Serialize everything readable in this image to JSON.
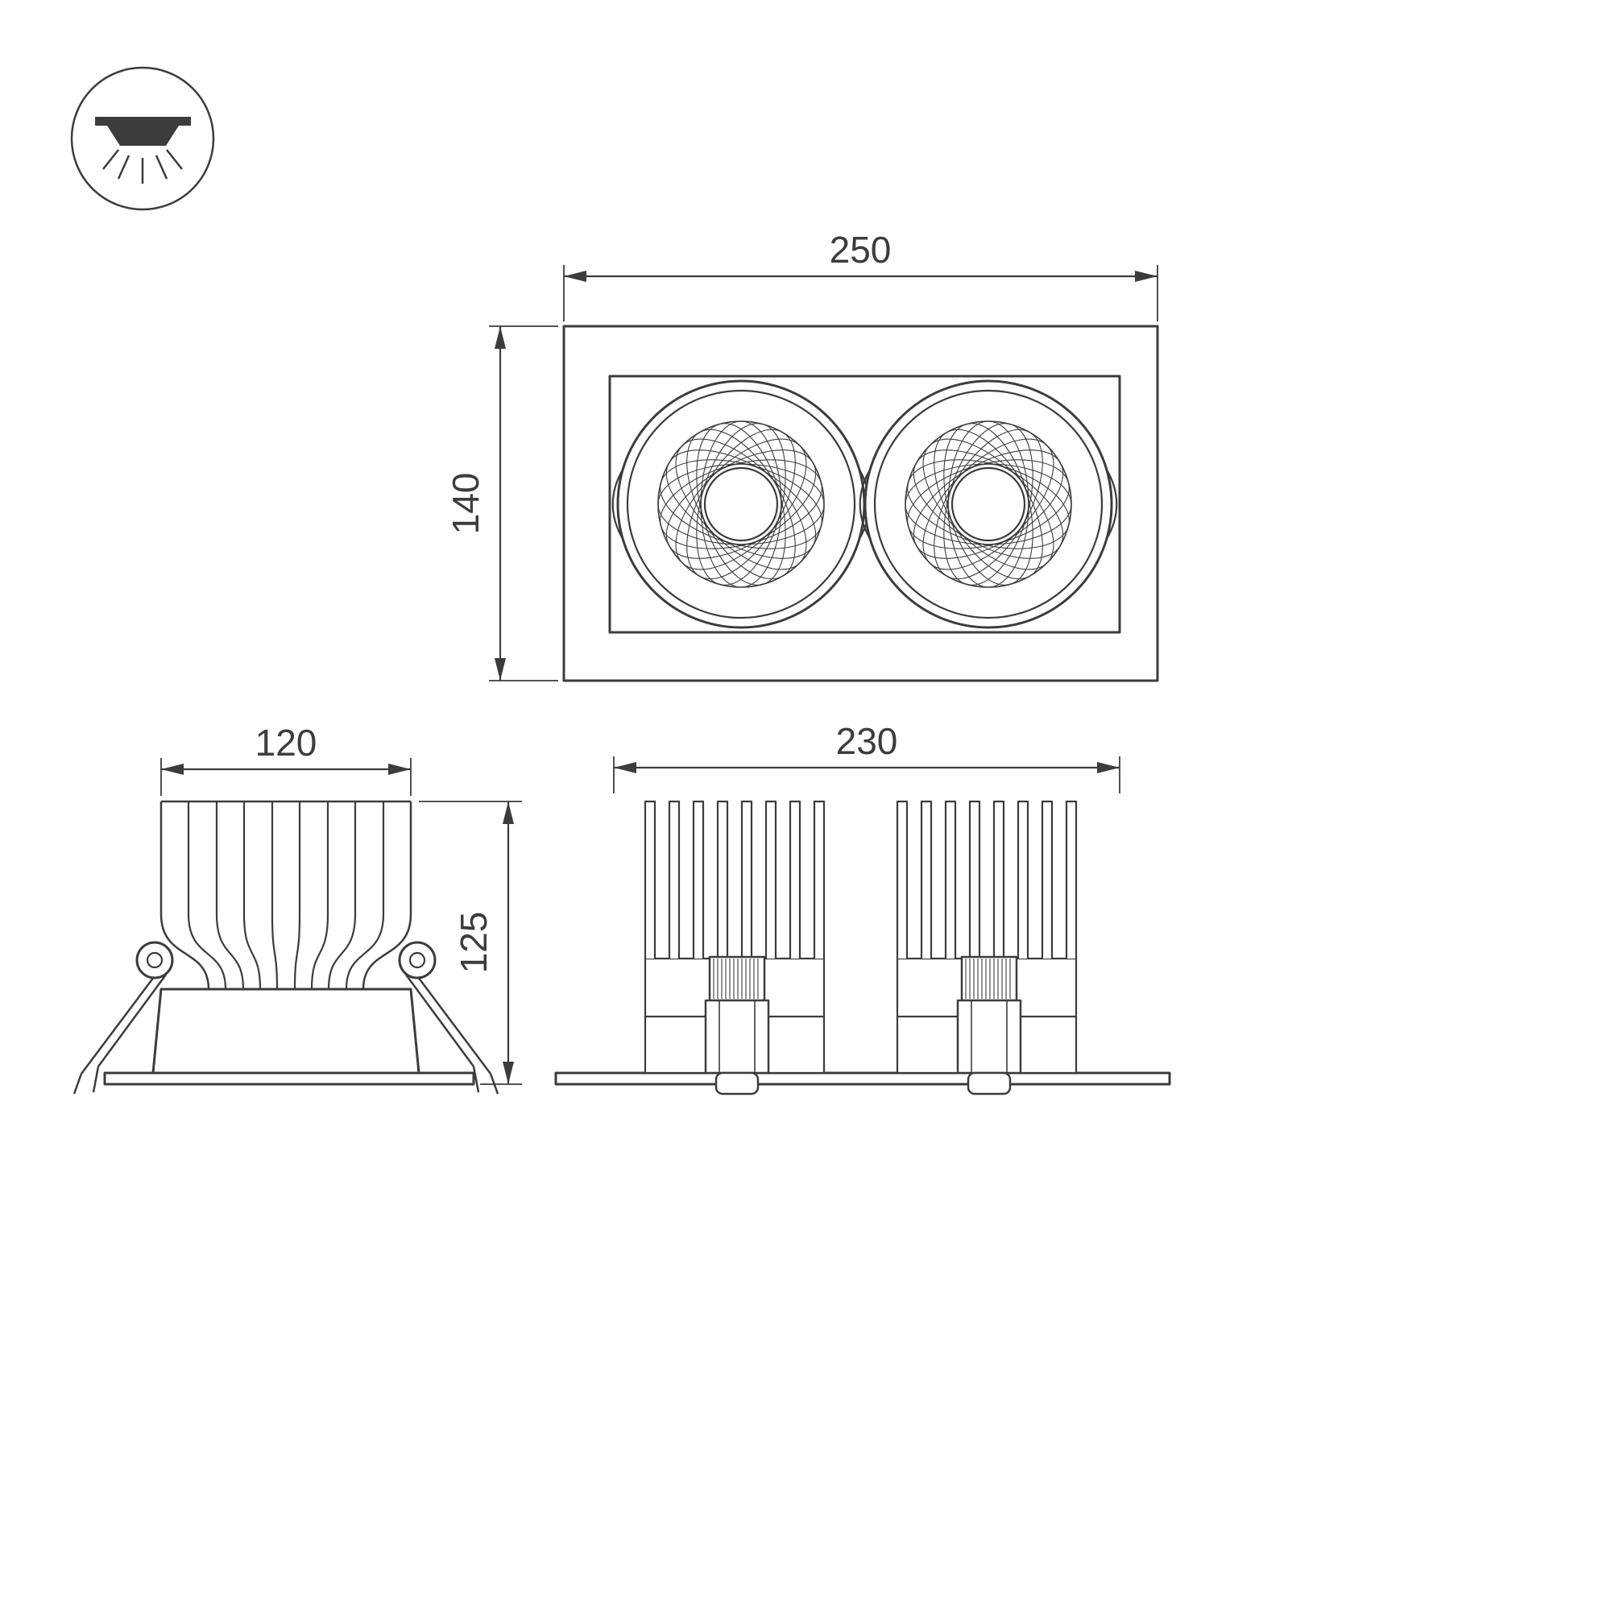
{
  "icon": {
    "name": "recessed-downlight-icon"
  },
  "colors": {
    "line": "#3c3c3c",
    "background": "#ffffff"
  },
  "dimensions": {
    "front_width": "250",
    "front_height": "140",
    "side_width": "120",
    "side_height": "125",
    "rear_width": "230"
  }
}
